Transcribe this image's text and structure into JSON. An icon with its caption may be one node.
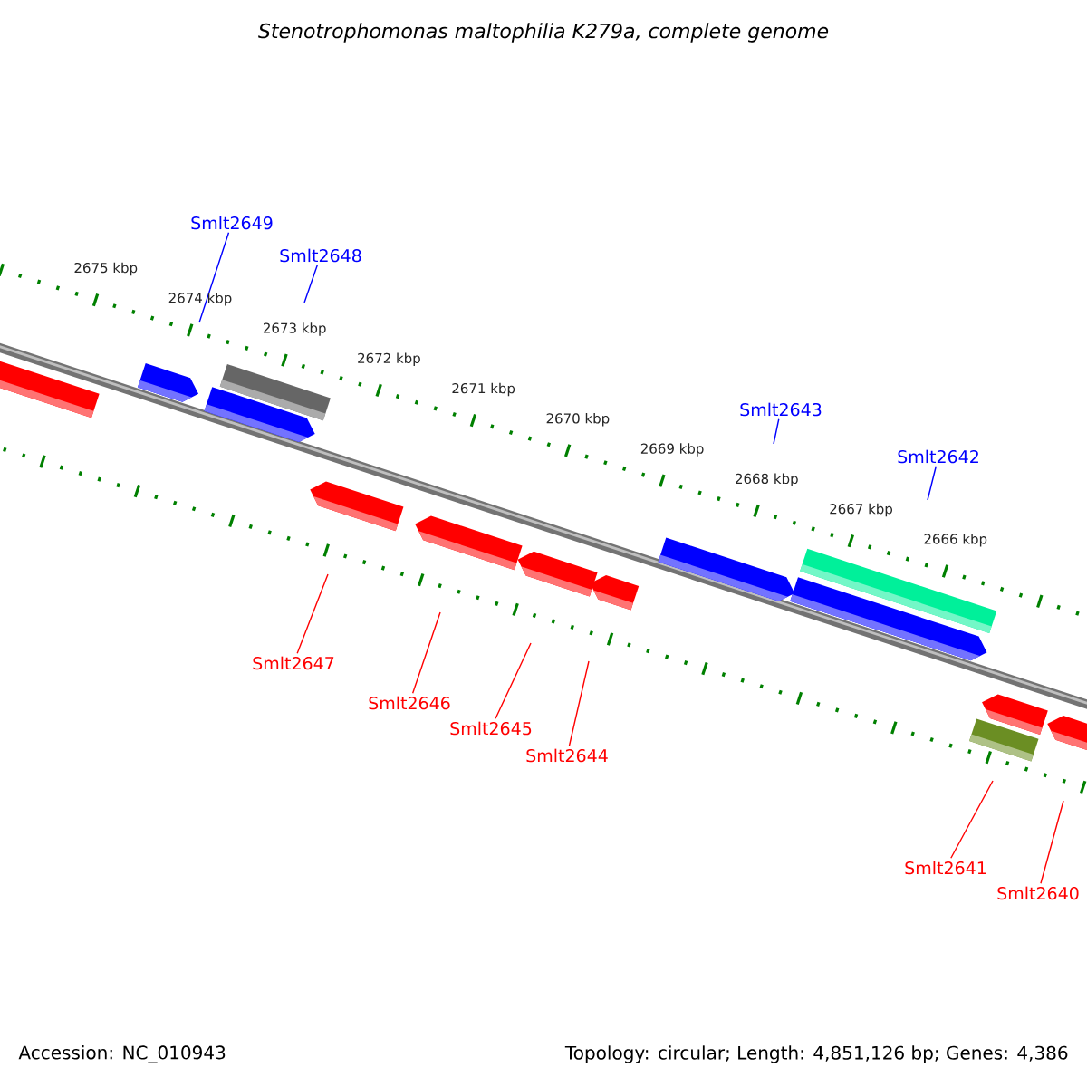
{
  "diagram": {
    "title": "Stenotrophomonas maltophilia K279a, complete genome",
    "nodes": [
      {
        "text": [
          "Smlt2649"
        ]
      },
      {
        "text": [
          "Smlt2648"
        ]
      },
      {
        "text": [
          "Smlt2643"
        ]
      },
      {
        "text": [
          "Smlt2642"
        ]
      },
      {
        "text": [
          "Smlt2647"
        ]
      },
      {
        "text": [
          "Smlt2646"
        ]
      },
      {
        "text": [
          "Smlt2645"
        ]
      },
      {
        "text": [
          "Smlt2644"
        ]
      },
      {
        "text": [
          "Smlt2641"
        ]
      },
      {
        "text": [
          "Smlt2640"
        ]
      }
    ],
    "edges": [
      {
        "from": 0,
        "to": null,
        "arrow": "none",
        "color": "#0000ff"
      },
      {
        "from": 1,
        "to": null,
        "arrow": "none",
        "color": "#0000ff"
      },
      {
        "from": 2,
        "to": null,
        "arrow": "none",
        "color": "#0000ff"
      },
      {
        "from": 3,
        "to": null,
        "arrow": "none",
        "color": "#0000ff"
      },
      {
        "from": 4,
        "to": null,
        "arrow": "none"
      },
      {
        "from": 5,
        "to": null,
        "arrow": "none"
      },
      {
        "from": 6,
        "to": null,
        "arrow": "none"
      },
      {
        "from": 7,
        "to": null,
        "arrow": "none"
      },
      {
        "from": 8,
        "to": null,
        "arrow": "none"
      },
      {
        "from": 9,
        "to": null,
        "arrow": "none"
      }
    ],
    "labels": [
      "2675 kbp",
      "2674 kbp",
      "2673 kbp",
      "2672 kbp",
      "2671 kbp",
      "2670 kbp",
      "2669 kbp",
      "2668 kbp",
      "2667 kbp",
      "2666 kbp",
      "Accession: NC_010943",
      "Topology: circular; Length: 4,851,126 bp; Genes: 4,386"
    ]
  }
}
